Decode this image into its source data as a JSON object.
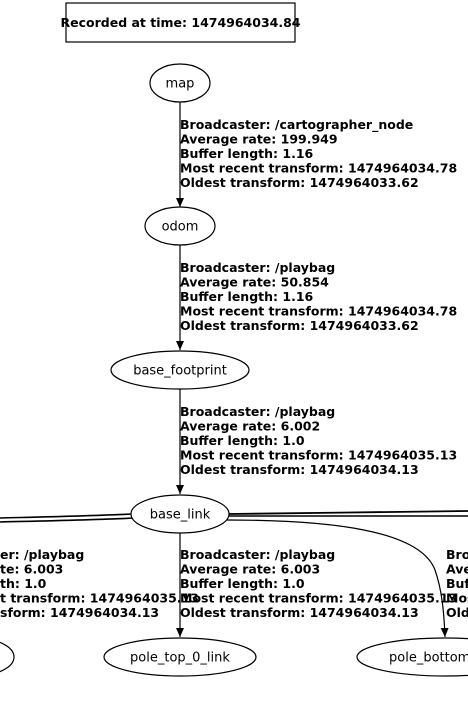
{
  "header": {
    "recorded_label": "Recorded at time: 1474964034.84"
  },
  "nodes": {
    "map": "map",
    "odom": "odom",
    "base_footprint": "base_footprint",
    "base_link": "base_link",
    "pole_top_0_link": "pole_top_0_link",
    "pole_bottom": "pole_bottom_"
  },
  "edges": {
    "map_odom": {
      "broadcaster": "Broadcaster: /cartographer_node",
      "rate": "Average rate: 199.949",
      "buffer": "Buffer length: 1.16",
      "recent": "Most recent transform: 1474964034.78",
      "oldest": "Oldest transform: 1474964033.62"
    },
    "odom_base_footprint": {
      "broadcaster": "Broadcaster: /playbag",
      "rate": "Average rate: 50.854",
      "buffer": "Buffer length: 1.16",
      "recent": "Most recent transform: 1474964034.78",
      "oldest": "Oldest transform: 1474964033.62"
    },
    "base_footprint_base_link": {
      "broadcaster": "Broadcaster: /playbag",
      "rate": "Average rate: 6.002",
      "buffer": "Buffer length: 1.0",
      "recent": "Most recent transform: 1474964035.13",
      "oldest": "Oldest transform: 1474964034.13"
    },
    "base_link_left": {
      "broadcaster": "er: /playbag",
      "rate": "te: 6.003",
      "buffer": "th: 1.0",
      "recent": "t transform: 1474964035.13",
      "oldest": "sform: 1474964034.13"
    },
    "base_link_pole_top_0_link": {
      "broadcaster": "Broadcaster: /playbag",
      "rate": "Average rate: 6.003",
      "buffer": "Buffer length: 1.0",
      "recent": "Most recent transform: 1474964035.13",
      "oldest": "Oldest transform: 1474964034.13"
    },
    "base_link_right": {
      "broadcaster": "Broa",
      "rate": "Ave",
      "buffer": "Bufl",
      "recent": "Mos",
      "oldest": "Olde"
    }
  }
}
